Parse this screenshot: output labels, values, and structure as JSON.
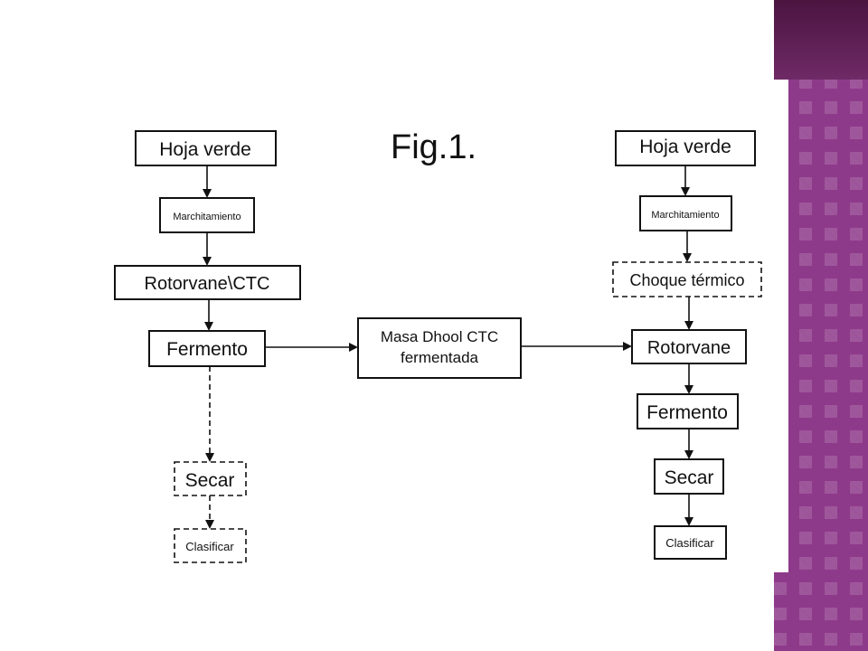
{
  "title": "Fig.1.",
  "left_flow": {
    "step1": "Hoja verde",
    "step2": "Marchitamiento",
    "step3": "Rotorvane\\CTC",
    "step4": "Fermento",
    "step5": "Secar",
    "step6": "Clasificar"
  },
  "center": {
    "line1": "Masa Dhool CTC",
    "line2": "fermentada"
  },
  "right_flow": {
    "step1": "Hoja verde",
    "step2": "Marchitamiento",
    "step3": "Choque térmico",
    "step4": "Rotorvane",
    "step5": "Fermento",
    "step6": "Secar",
    "step7": "Clasificar"
  },
  "colors": {
    "accent_purple": "#8e3a8a",
    "dark_purple": "#4b1540"
  }
}
